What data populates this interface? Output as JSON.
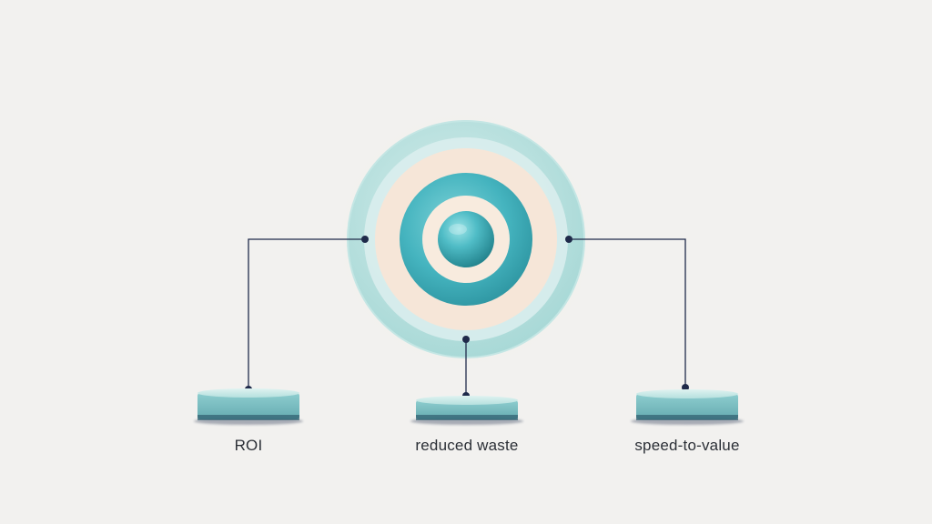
{
  "colors": {
    "background": "#f2f1ef",
    "teal": "#4bbcc6",
    "teal_light": "#a9dada",
    "peach": "#f6e6d8",
    "connector": "#1f2a4a"
  },
  "labels": {
    "left": "ROI",
    "center": "reduced waste",
    "right": "speed-to-value"
  }
}
